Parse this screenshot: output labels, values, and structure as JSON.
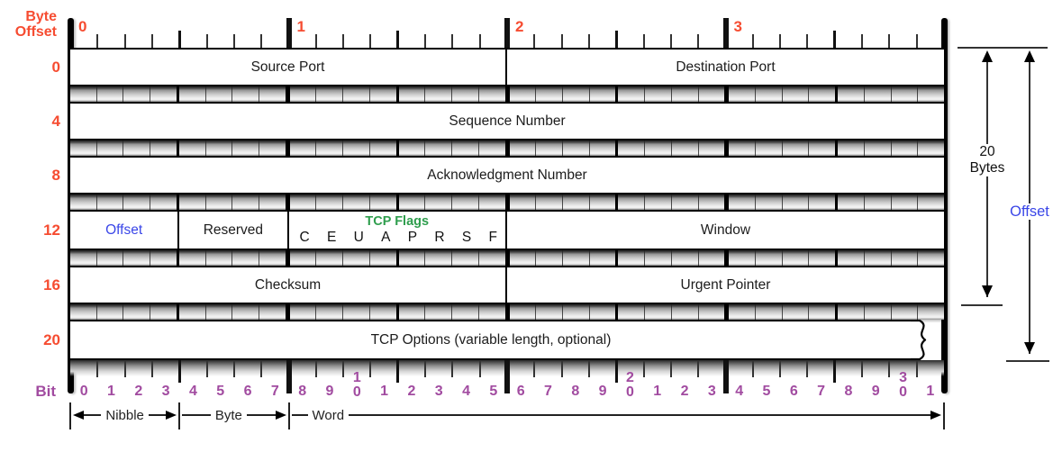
{
  "colors": {
    "byte_offset_axis": "#f64c31",
    "bit_axis": "#a14ba0",
    "offset_field": "#3a46e8",
    "tcp_flags": "#2f9e4e",
    "field_text": "#1c1c1c"
  },
  "top_axis": {
    "label": "Byte Offset",
    "byte_labels": [
      "0",
      "1",
      "2",
      "3"
    ]
  },
  "left_axis": {
    "offsets": [
      "0",
      "4",
      "8",
      "12",
      "16",
      "20"
    ]
  },
  "rows": [
    {
      "fields": [
        {
          "label": "Source Port",
          "bits": 16
        },
        {
          "label": "Destination Port",
          "bits": 16
        }
      ]
    },
    {
      "fields": [
        {
          "label": "Sequence Number",
          "bits": 32
        }
      ]
    },
    {
      "fields": [
        {
          "label": "Acknowledgment Number",
          "bits": 32
        }
      ]
    },
    {
      "fields": [
        {
          "label": "Offset",
          "bits": 4,
          "color": "blue"
        },
        {
          "label": "Reserved",
          "bits": 4
        },
        {
          "label": "TCP Flags",
          "bits": 8,
          "flags": [
            "C",
            "E",
            "U",
            "A",
            "P",
            "R",
            "S",
            "F"
          ]
        },
        {
          "label": "Window",
          "bits": 16
        }
      ]
    },
    {
      "fields": [
        {
          "label": "Checksum",
          "bits": 16
        },
        {
          "label": "Urgent Pointer",
          "bits": 16
        }
      ]
    },
    {
      "fields": [
        {
          "label": "TCP Options (variable length, optional)",
          "bits": 32,
          "torn": true
        }
      ]
    }
  ],
  "bottom_axis": {
    "label": "Bit",
    "bit_labels": [
      "0",
      "1",
      "2",
      "3",
      "4",
      "5",
      "6",
      "7",
      "8",
      "9",
      "10",
      "1",
      "2",
      "3",
      "4",
      "5",
      "6",
      "7",
      "8",
      "9",
      "20",
      "1",
      "2",
      "3",
      "4",
      "5",
      "6",
      "7",
      "8",
      "9",
      "30",
      "1"
    ]
  },
  "measures": [
    {
      "label": "Nibble",
      "from_bit": 0,
      "to_bit": 4,
      "left_arrow": true
    },
    {
      "label": "Byte",
      "from_bit": 4,
      "to_bit": 8,
      "left_arrow": false
    },
    {
      "label": "Word",
      "from_bit": 8,
      "to_bit": 32,
      "left_arrow": false,
      "label_left": true
    }
  ],
  "annotations": {
    "total_size": "20 Bytes",
    "offset_arrow": "Offset"
  }
}
